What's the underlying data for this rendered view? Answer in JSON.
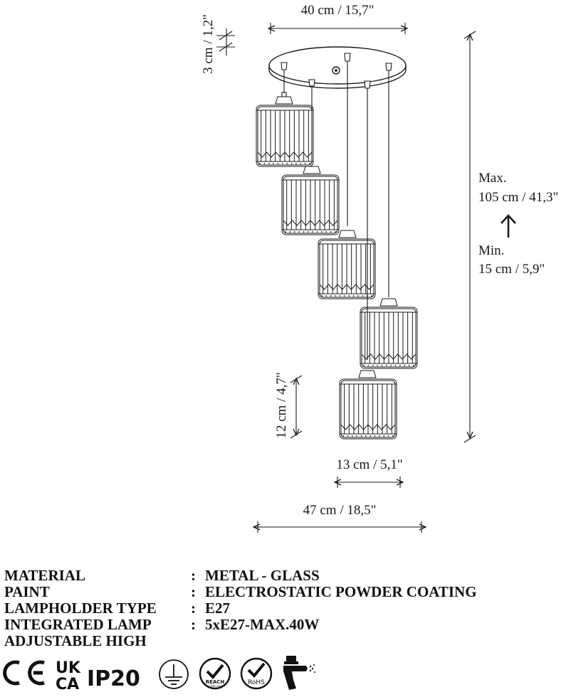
{
  "dimensions": {
    "canopy_width": "40 cm / 15,7\"",
    "canopy_height": "3 cm / 1,2\"",
    "max_label": "Max.",
    "max_value": "105 cm / 41,3\"",
    "min_label": "Min.",
    "min_value": "15 cm / 5,9\"",
    "shade_height": "12 cm / 4,7\"",
    "shade_width": "13 cm / 5,1\"",
    "total_width": "47 cm / 18,5\""
  },
  "specs": [
    {
      "label": "MATERIAL",
      "sep": ":",
      "value": "METAL - GLASS"
    },
    {
      "label": "PAINT",
      "sep": ":",
      "value": "ELECTROSTATIC POWDER COATING"
    },
    {
      "label": "LAMPHOLDER TYPE",
      "sep": ":",
      "value": "E27"
    },
    {
      "label": "INTEGRATED LAMP",
      "sep": ":",
      "value": "5xE27-MAX.40W"
    },
    {
      "label": "ADJUSTABLE HIGH",
      "sep": "",
      "value": ""
    }
  ],
  "certifications": {
    "ce": "CE",
    "ukca_top": "UK",
    "ukca_bottom": "CA",
    "ip": "IP20",
    "reach": "REACH",
    "reach_sub": "COMPLIANT",
    "rohs": "RoHS",
    "icons": [
      "ce-mark-icon",
      "ukca-mark-icon",
      "ground-symbol-icon",
      "reach-check-icon",
      "rohs-check-icon",
      "spray-gun-icon"
    ]
  }
}
